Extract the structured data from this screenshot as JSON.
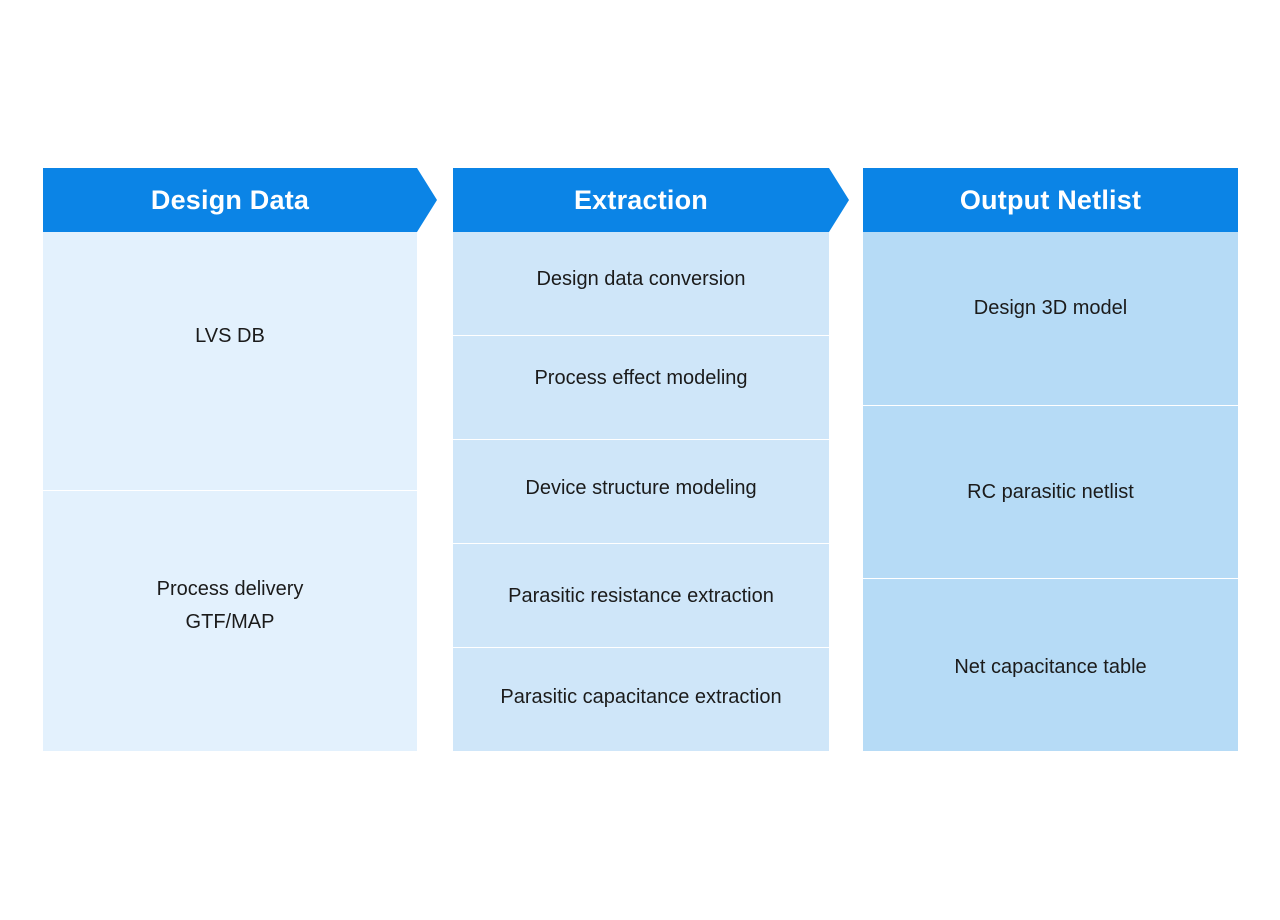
{
  "columns": [
    {
      "title": "Design Data",
      "items": [
        [
          "LVS DB"
        ],
        [
          "Process delivery",
          "GTF/MAP"
        ]
      ]
    },
    {
      "title": "Extraction",
      "items": [
        [
          "Design data conversion"
        ],
        [
          "Process effect modeling"
        ],
        [
          "Device structure modeling"
        ],
        [
          "Parasitic resistance extraction"
        ],
        [
          "Parasitic capacitance extraction"
        ]
      ]
    },
    {
      "title": "Output Netlist",
      "items": [
        [
          "Design 3D model"
        ],
        [
          "RC parasitic netlist"
        ],
        [
          "Net capacitance table"
        ]
      ]
    }
  ],
  "colors": {
    "header": "#0b84e6",
    "column_1_fill": "#e3f1fd",
    "column_2_fill": "#cfe6f9",
    "column_3_fill": "#b6dbf6"
  }
}
